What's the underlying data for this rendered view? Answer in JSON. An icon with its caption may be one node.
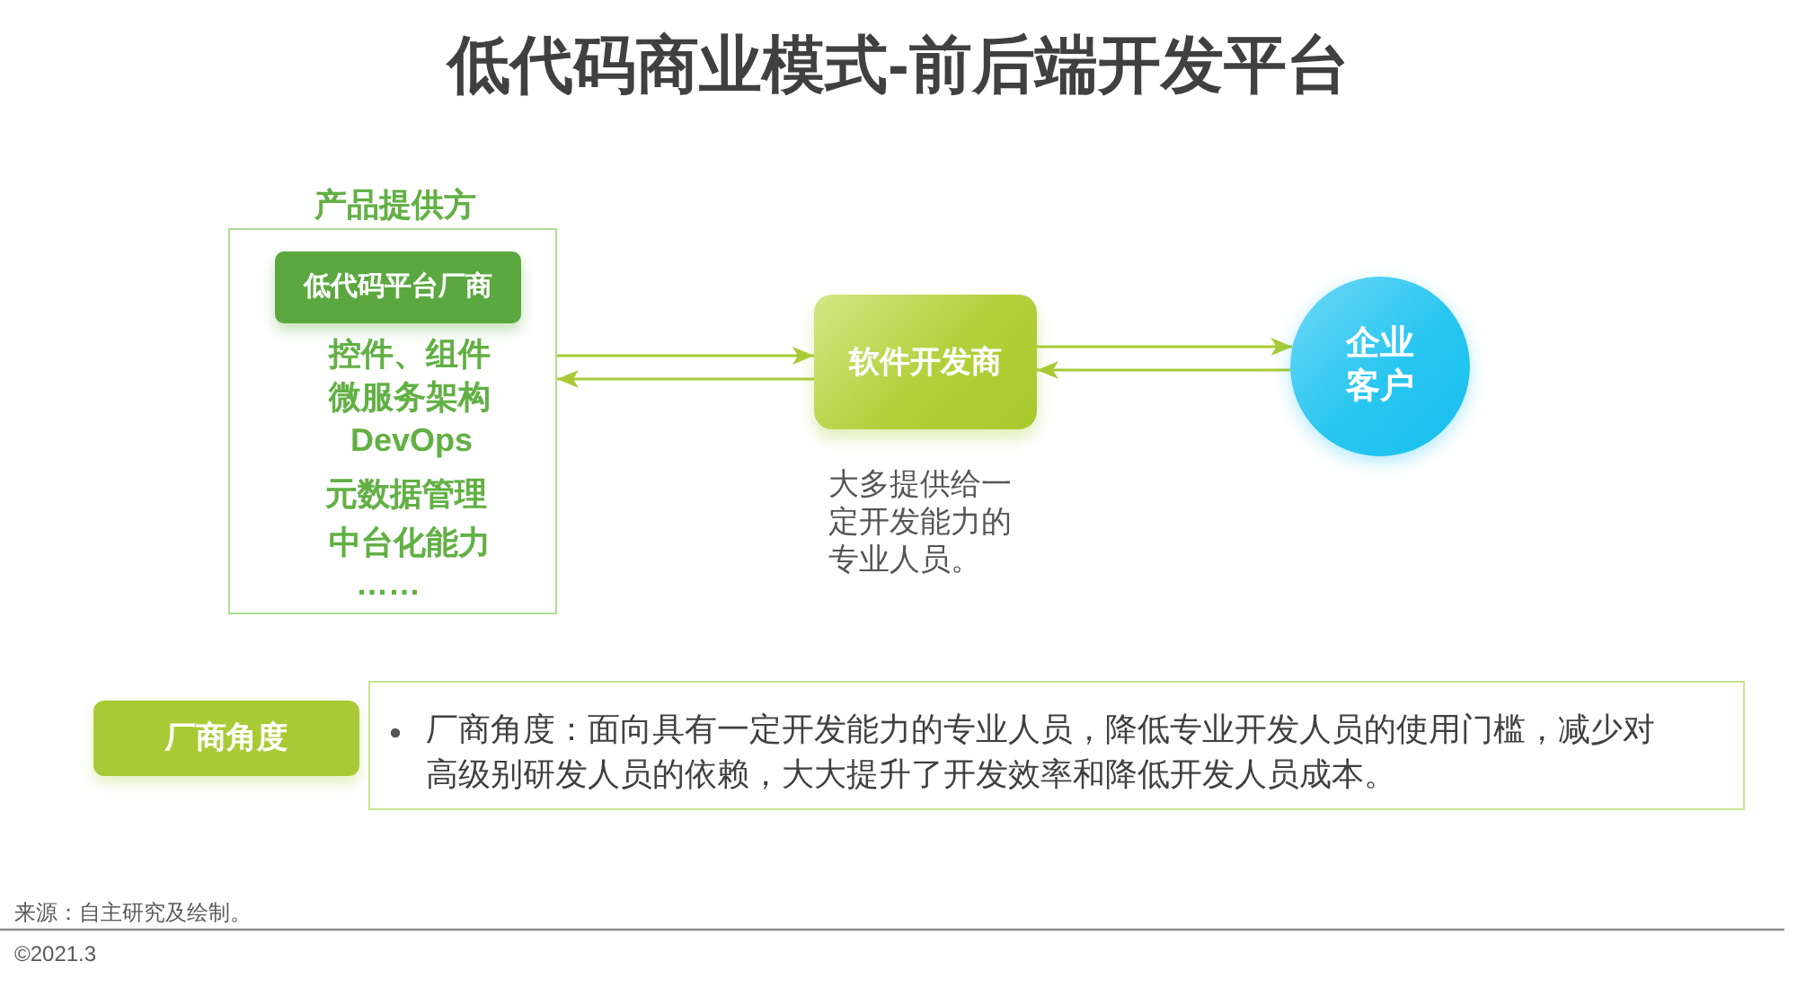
{
  "diagram": {
    "title": "低代码商业模式-前后端开发平台",
    "nodes": [
      {
        "text": [
          "产品提供方",
          "控件、组件",
          "微服务架构",
          "DevOps",
          "元数据管理",
          "中台化能力",
          "……"
        ]
      },
      {
        "text": [
          "低代码平台厂商"
        ],
        "in": 0
      },
      {
        "text": [
          "软件开发商"
        ],
        "beside": [
          "大多提供给一定开发能力的专业人员。"
        ]
      },
      {
        "text": [
          "企业客户"
        ]
      },
      {
        "text": [
          "厂商角度"
        ]
      },
      {
        "text": [
          "厂商角度：面向具有一定开发能力的专业人员，降低专业开发人员的使用门槛，减少对高级别研发人员的依赖，大大提升了开发效率和降低开发人员成本。"
        ]
      }
    ],
    "edges": [
      {
        "from": 0,
        "to": 2,
        "arrow": "to"
      },
      {
        "from": 2,
        "to": 0,
        "arrow": "to"
      },
      {
        "from": 2,
        "to": 3,
        "arrow": "to"
      },
      {
        "from": 3,
        "to": 2,
        "arrow": "to"
      }
    ],
    "labels": [
      "来源：自主研究及绘制。",
      "©2021.3"
    ]
  }
}
